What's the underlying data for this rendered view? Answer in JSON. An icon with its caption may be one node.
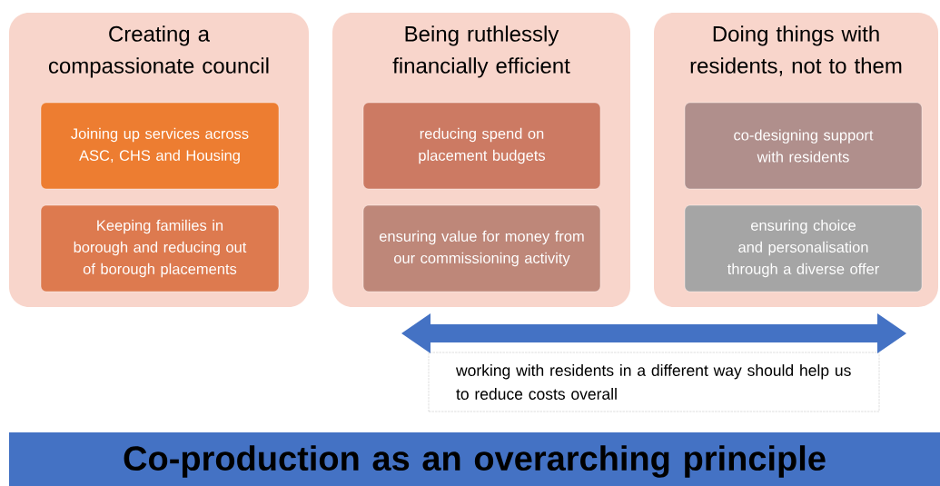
{
  "diagram": {
    "nodes": [
      {
        "text": [
          "Creating a compassionate council"
        ]
      },
      {
        "text": [
          "Joining up services across ASC, CHS and Housing"
        ],
        "in": 0
      },
      {
        "text": [
          "Keeping families in borough and reducing out of borough placements"
        ],
        "in": 0
      },
      {
        "text": [
          "Being ruthlessly financially efficient"
        ]
      },
      {
        "text": [
          "reducing spend on placement budgets"
        ],
        "in": 3
      },
      {
        "text": [
          "ensuring value for money from our commissioning activity"
        ],
        "in": 3
      },
      {
        "text": [
          "Doing things with residents, not to them"
        ]
      },
      {
        "text": [
          "co-designing support with residents"
        ],
        "in": 6
      },
      {
        "text": [
          "ensuring choice and personalisation through a diverse offer"
        ],
        "in": 6
      },
      {
        "text": [
          "working with residents in a different way should help us to reduce costs overall"
        ]
      },
      {
        "text": [
          "Co-production as an overarching principle"
        ]
      }
    ],
    "edges": []
  }
}
